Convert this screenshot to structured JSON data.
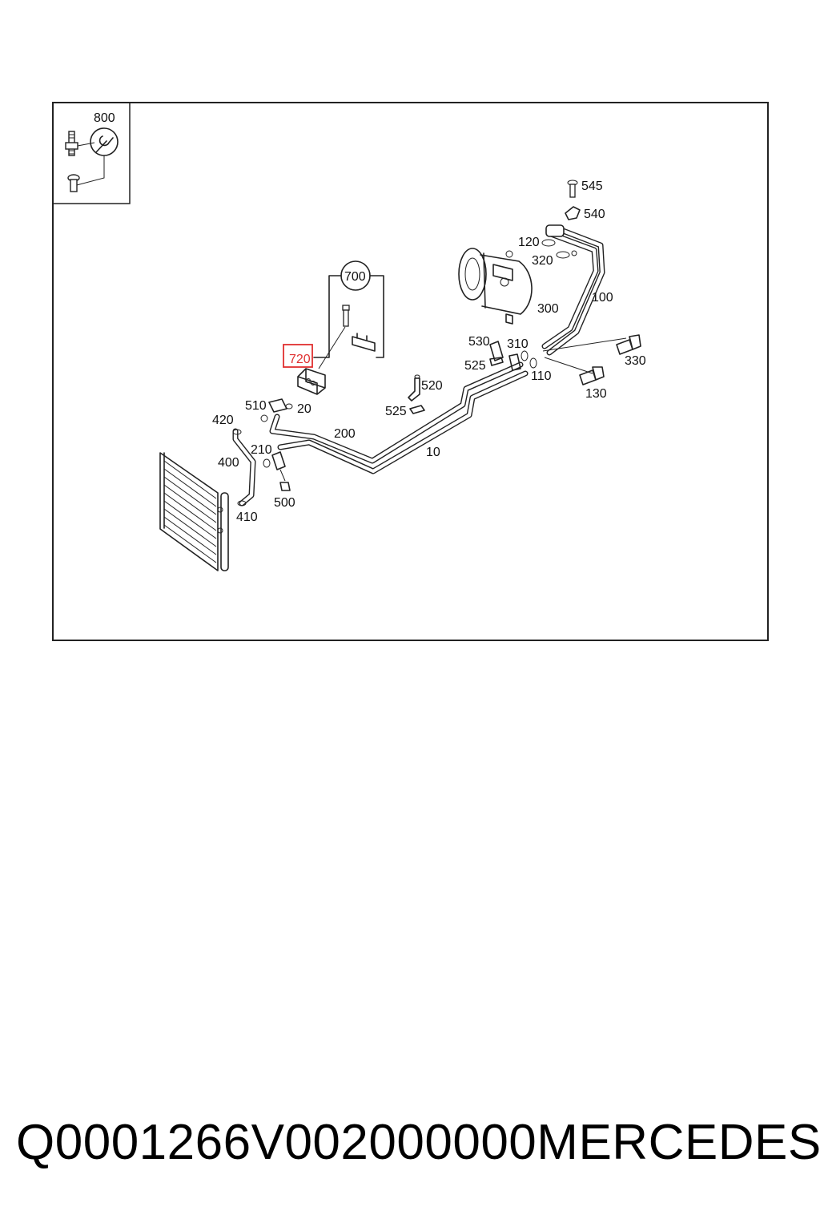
{
  "footer": {
    "part_code": "Q0001266V002000000",
    "brand": "MERCEDES"
  },
  "highlight_color": "#e03030",
  "callouts": {
    "c800": "800",
    "c700": "700",
    "c720": "720",
    "c545": "545",
    "c540": "540",
    "c120": "120",
    "c320": "320",
    "c300": "300",
    "c100": "100",
    "c530": "530",
    "c310": "310",
    "c525a": "525",
    "c110": "110",
    "c330": "330",
    "c130": "130",
    "c520": "520",
    "c525b": "525",
    "c510": "510",
    "c20": "20",
    "c420": "420",
    "c200": "200",
    "c210": "210",
    "c10": "10",
    "c400": "400",
    "c500": "500",
    "c410": "410"
  }
}
